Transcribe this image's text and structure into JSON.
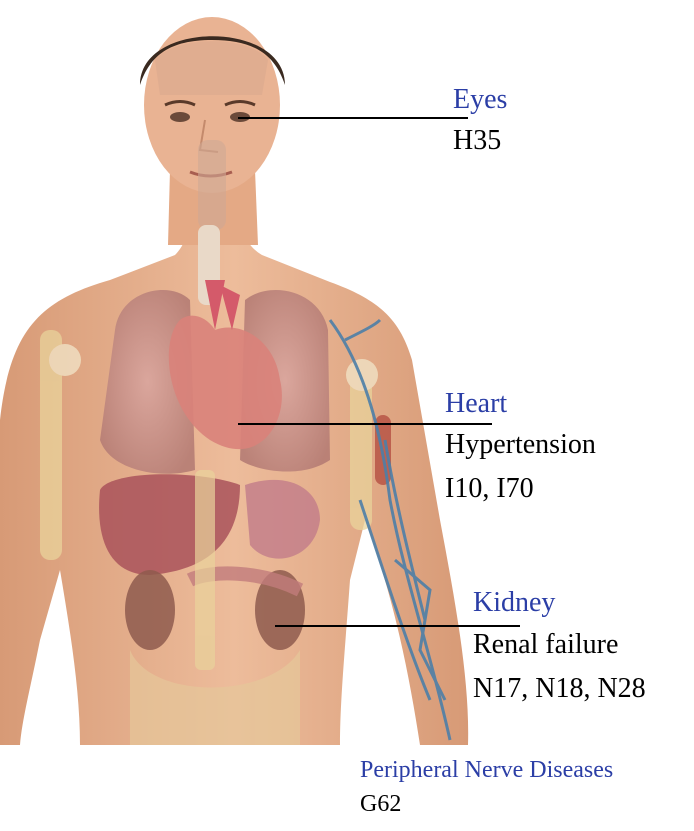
{
  "colors": {
    "label_title": "#2B3EA6",
    "label_text": "#000000",
    "skin": "#E7B28F",
    "skin_shadow": "#C98E6C",
    "hair": "#3A2A20",
    "lung": "#C98A82",
    "heart": "#D46A6A",
    "liver": "#A9525A",
    "kidney": "#8E5A4E",
    "bone": "#E9D39B",
    "vessel": "#4D7FA8"
  },
  "annotations": [
    {
      "id": "eyes",
      "title": "Eyes",
      "lines": [
        "H35"
      ]
    },
    {
      "id": "heart",
      "title": "Heart",
      "lines": [
        "Hypertension",
        "I10, I70"
      ]
    },
    {
      "id": "kidney",
      "title": "Kidney",
      "lines": [
        "Renal failure",
        "N17, N18, N28"
      ]
    },
    {
      "id": "nerve",
      "title": "Peripheral Nerve Diseases",
      "lines": [
        "G62"
      ]
    }
  ]
}
